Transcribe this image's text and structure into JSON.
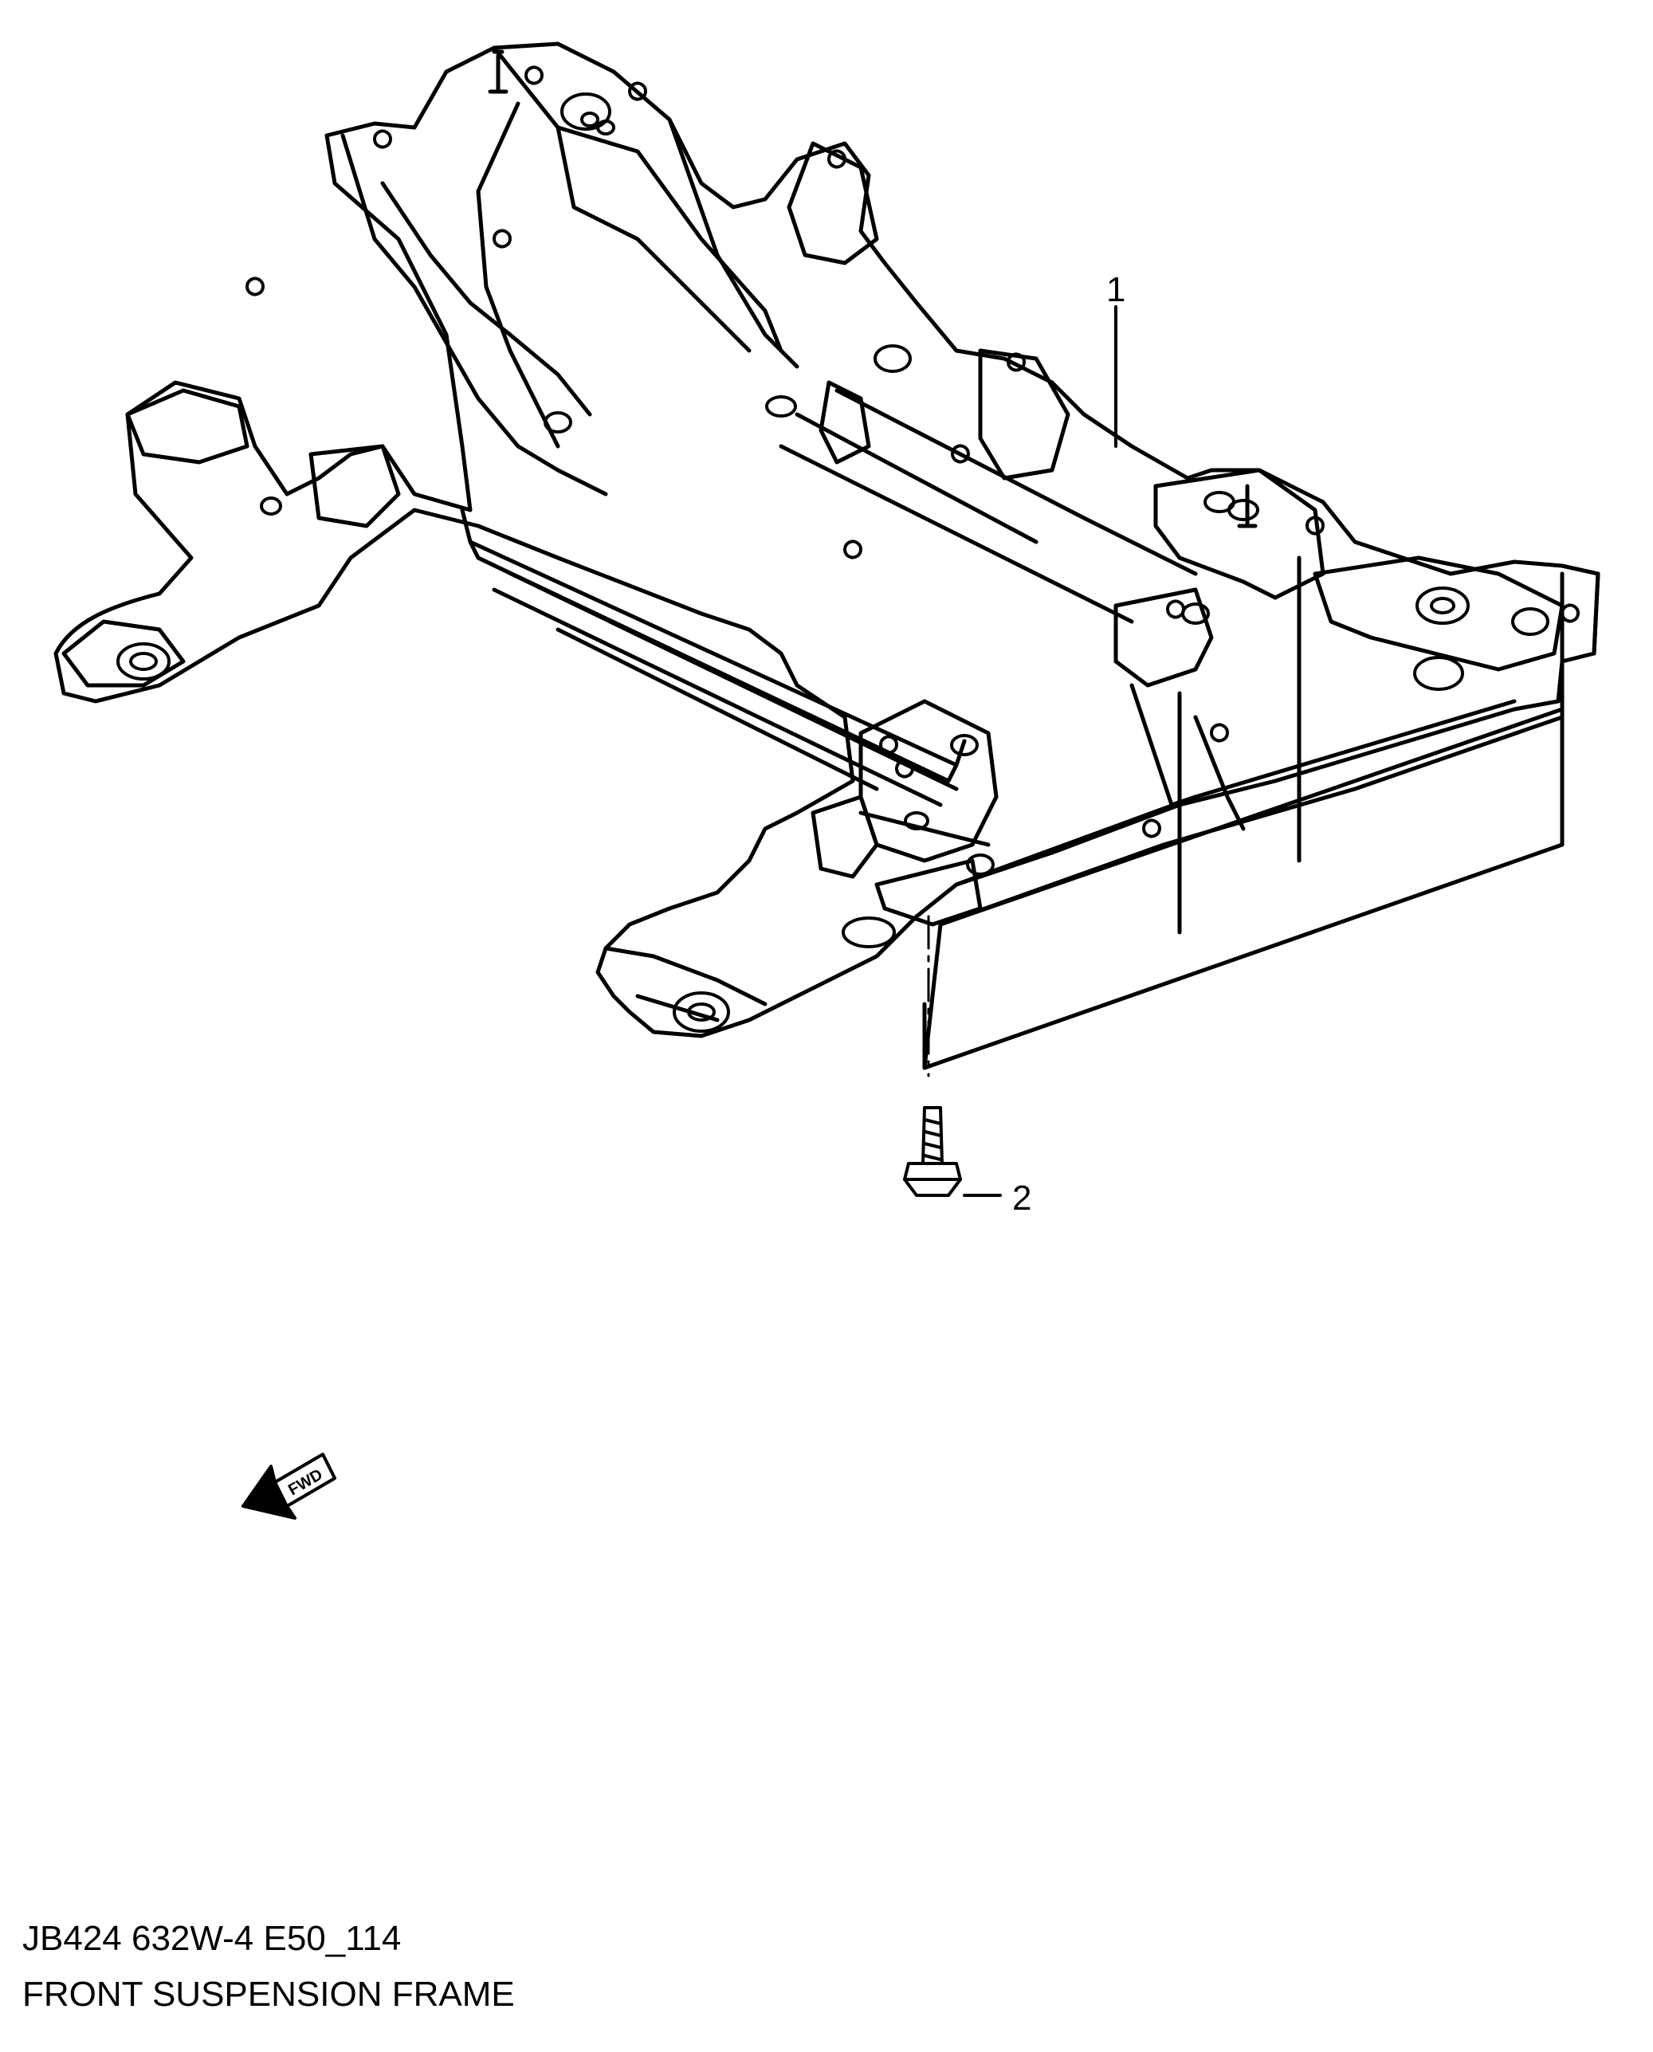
{
  "diagram": {
    "callouts": [
      {
        "id": "1",
        "label": "1"
      },
      {
        "id": "2",
        "label": "2"
      }
    ],
    "fwd_arrow_label": "FWD"
  },
  "caption": {
    "code": "JB424 632W-4 E50_114",
    "title": "FRONT SUSPENSION FRAME"
  },
  "colors": {
    "line": "#000000",
    "background": "#ffffff"
  }
}
